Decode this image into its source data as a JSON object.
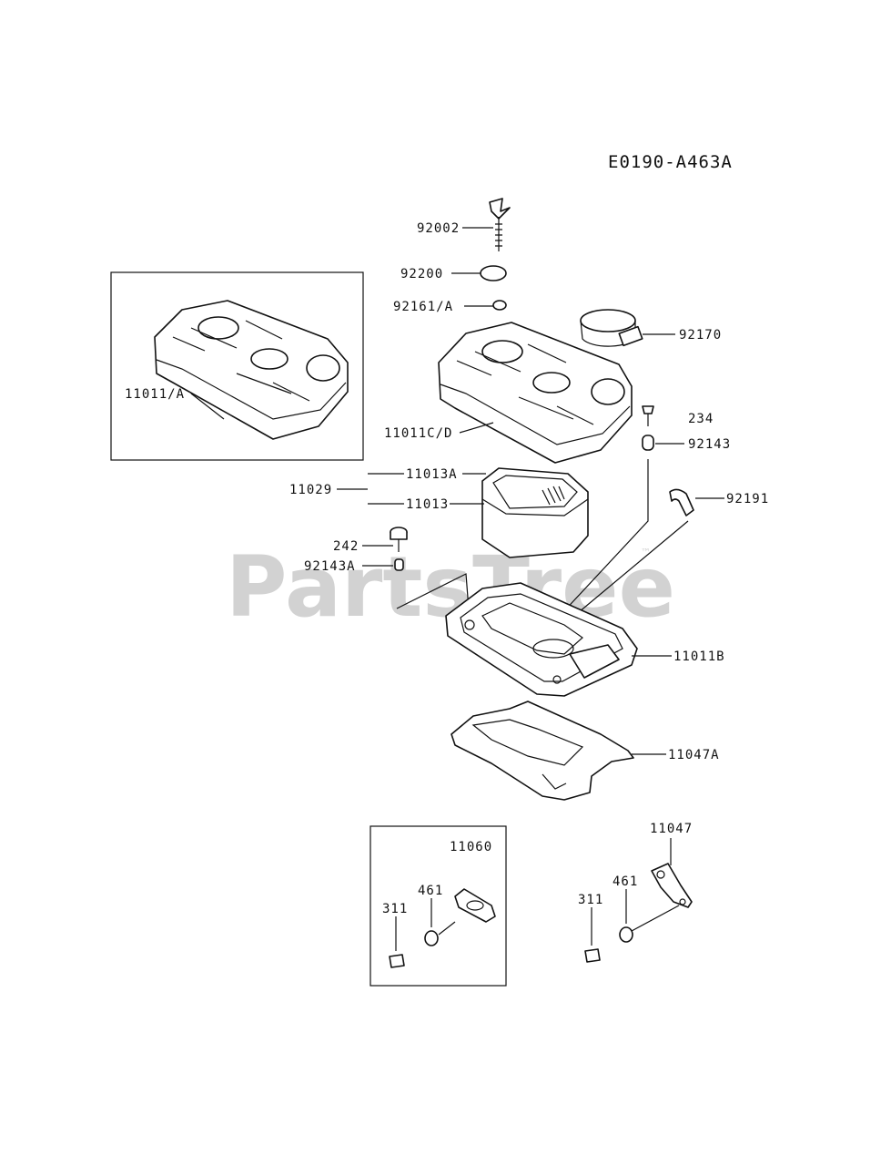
{
  "diagram_code": "E0190-A463A",
  "watermark": "PartsTree",
  "watermark_tm": "™",
  "parts": {
    "p92002": "92002",
    "p92200": "92200",
    "p92161A": "92161/A",
    "p92170": "92170",
    "p11011A": "11011/A",
    "p11011CD": "11011C/D",
    "p234": "234",
    "p92143": "92143",
    "p11013A": "11013A",
    "p11029": "11029",
    "p11013": "11013",
    "p92191": "92191",
    "p242": "242",
    "p92143A": "92143A",
    "p11011B": "11011B",
    "p11047A": "11047A",
    "p11060": "11060",
    "p461_left": "461",
    "p311_left": "311",
    "p11047": "11047",
    "p461_right": "461",
    "p311_right": "311"
  }
}
